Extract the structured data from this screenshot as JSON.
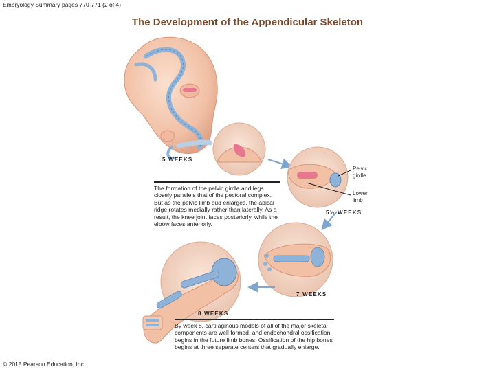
{
  "header": {
    "text": "Embryology Summary pages 770-771 (2 of 4)"
  },
  "title": "The Development of the Appendicular Skeleton",
  "stages": {
    "w5": "5 WEEKS",
    "w5_5": "5½ WEEKS",
    "w7": "7 WEEKS",
    "w8": "8 WEEKS"
  },
  "labels": {
    "pelvic_girdle": "Pelvic girdle",
    "lower_limb": "Lower limb"
  },
  "paragraphs": {
    "pelvic": "The formation of the pelvic girdle and legs closely parallels that of the pectoral complex. But as the pelvic limb bud enlarges, the apical ridge rotates medially rather than laterally. As a result, the knee joint faces posteriorly, while the elbow faces anteriorly.",
    "week8": "By week 8, cartilaginous models of all of the major skeletal components are well formed, and endochondral ossification begins in the future limb bones. Ossification of the hip bones begins at three separate centers that gradually enlarge."
  },
  "copyright": "© 2015 Pearson Education, Inc.",
  "colors": {
    "skin": "#f4c9b0",
    "skin_dark": "#e3a98b",
    "bone": "#8fb3d8",
    "bone_dark": "#5d87b6",
    "accent_pink": "#e7788f",
    "title": "#7a4a2e"
  }
}
